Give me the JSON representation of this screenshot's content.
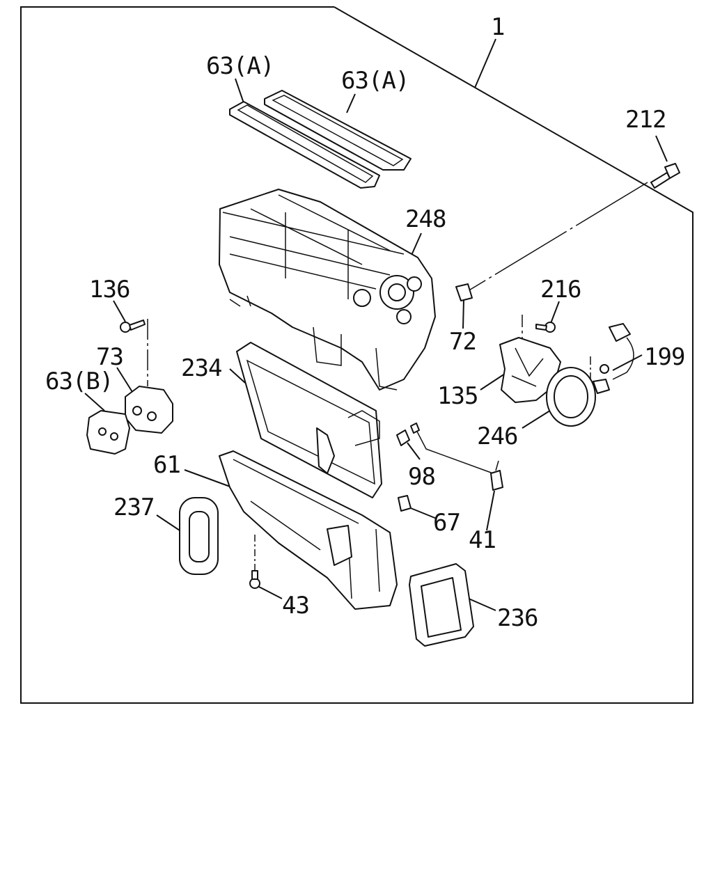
{
  "labels": {
    "l1": "1",
    "l63a_1": "63(A)",
    "l63a_2": "63(A)",
    "l212": "212",
    "l248": "248",
    "l136": "136",
    "l216": "216",
    "l72": "72",
    "l73": "73",
    "l234": "234",
    "l199": "199",
    "l63b": "63(B)",
    "l135": "135",
    "l246": "246",
    "l61": "61",
    "l98": "98",
    "l237": "237",
    "l67": "67",
    "l41": "41",
    "l43": "43",
    "l236": "236"
  }
}
